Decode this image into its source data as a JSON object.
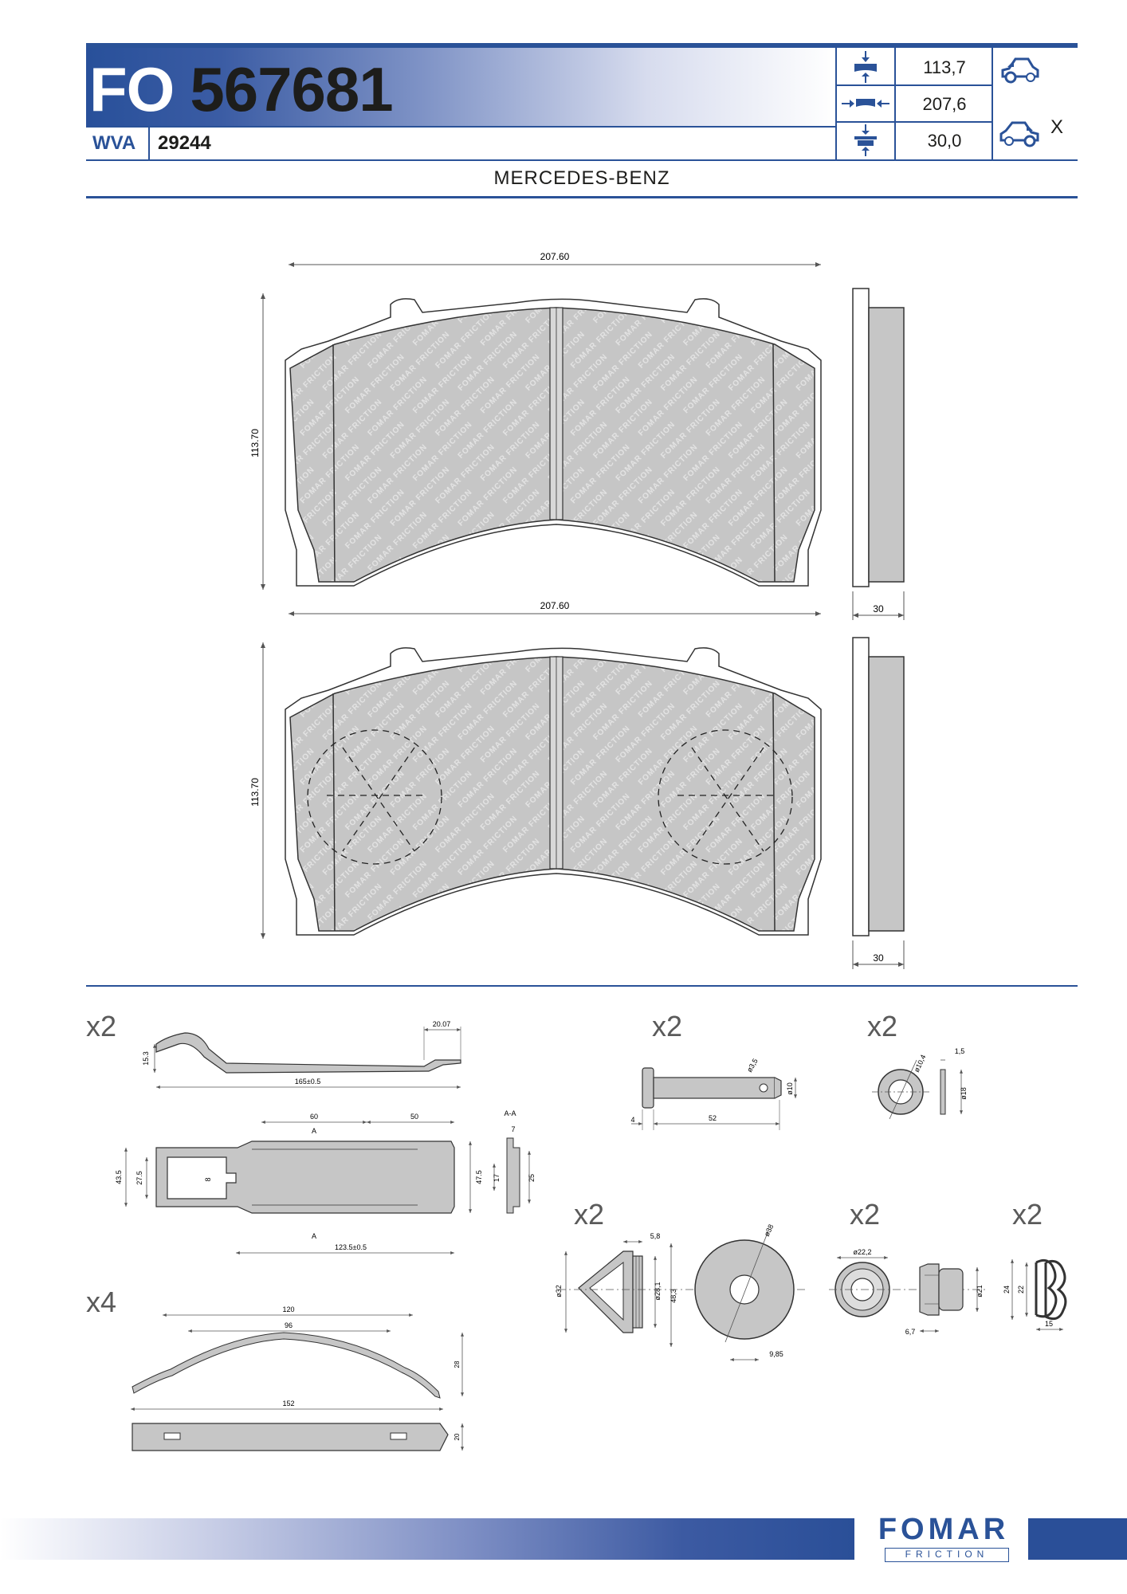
{
  "header": {
    "prefix": "FO",
    "part_number": "567681",
    "wva_label": "WVA",
    "wva_number": "29244",
    "dimensions": [
      {
        "icon": "pad-height-icon",
        "value": "113,7"
      },
      {
        "icon": "pad-width-icon",
        "value": "207,6"
      },
      {
        "icon": "pad-thickness-icon",
        "value": "30,0"
      }
    ],
    "front_axle_icon": "car-front-axle-icon",
    "rear_axle_icon": "car-rear-axle-icon",
    "rear_axle_mark": "X"
  },
  "brand": "MERCEDES-BENZ",
  "drawings": {
    "pad_top": {
      "width_label": "207.60",
      "height_label": "113.70",
      "thickness_label": "30",
      "watermark": "FOMAR FRICTION"
    },
    "pad_bottom": {
      "width_label": "207.60",
      "height_label": "113.70",
      "thickness_label": "30",
      "watermark": "FOMAR FRICTION"
    }
  },
  "accessories": {
    "spring_clip": {
      "quantity": "x2",
      "dims": {
        "d1": "20.07",
        "d2": "15.3",
        "d3": "165±0.5",
        "d4": "60",
        "d5": "50",
        "d6": "43.5",
        "d7": "27.5",
        "d8": "8",
        "d9": "47.5",
        "d10": "123.5±0.5",
        "section": "A-A",
        "d11": "7",
        "d12": "17",
        "d13": "25",
        "mark_a": "A"
      }
    },
    "pin": {
      "quantity": "x2",
      "dims": {
        "d1": "ø3,5",
        "d2": "ø10",
        "d3": "4",
        "d4": "52"
      }
    },
    "washer": {
      "quantity": "x2",
      "dims": {
        "d1": "ø10,4",
        "d2": "1,5",
        "d3": "ø18"
      }
    },
    "hold_down_spring": {
      "quantity": "x4",
      "dims": {
        "d1": "120",
        "d2": "96",
        "d3": "28",
        "d4": "152",
        "d5": "20"
      }
    },
    "dust_cap": {
      "quantity": "x2",
      "dims": {
        "d1": "5,8",
        "d2": "ø32",
        "d3": "ø28,1",
        "d4": "48,3",
        "d5": "ø38",
        "d6": "9,85"
      }
    },
    "bushing": {
      "quantity": "x2",
      "dims": {
        "d1": "ø22,2",
        "d2": "ø21",
        "d3": "6,7"
      }
    },
    "clip": {
      "quantity": "x2",
      "dims": {
        "d1": "24",
        "d2": "22",
        "d3": "15"
      }
    }
  },
  "footer": {
    "logo": "FOMAR",
    "logo_sub": "FRICTION"
  }
}
